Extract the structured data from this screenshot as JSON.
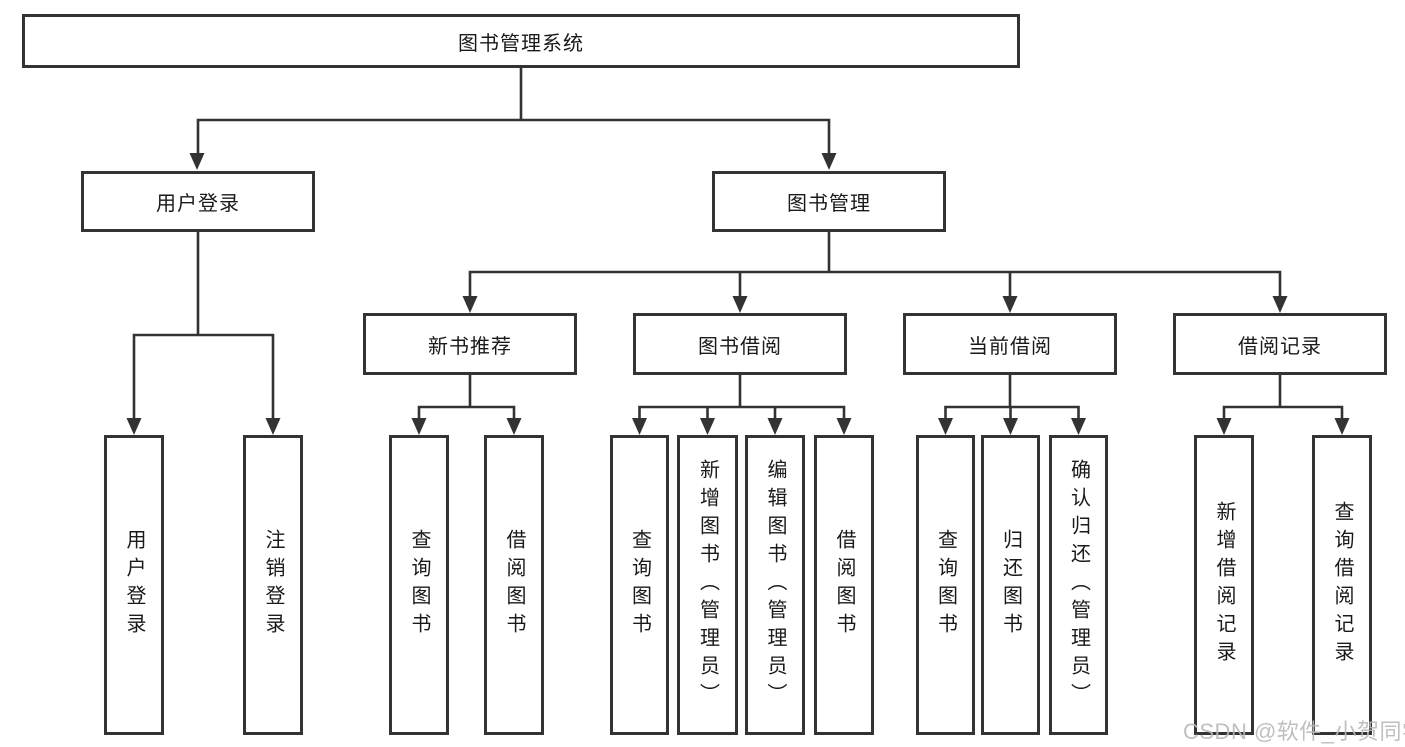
{
  "tree": {
    "root": {
      "label": "图书管理系统"
    },
    "branches": [
      {
        "label": "用户登录",
        "children": [
          {
            "label": "用户登录"
          },
          {
            "label": "注销登录"
          }
        ]
      },
      {
        "label": "图书管理",
        "children": [
          {
            "label": "新书推荐",
            "children": [
              {
                "label": "查询图书"
              },
              {
                "label": "借阅图书"
              }
            ]
          },
          {
            "label": "图书借阅",
            "children": [
              {
                "label": "查询图书"
              },
              {
                "label": "新增图书（管理员）"
              },
              {
                "label": "编辑图书（管理员）"
              },
              {
                "label": "借阅图书"
              }
            ]
          },
          {
            "label": "当前借阅",
            "children": [
              {
                "label": "查询图书"
              },
              {
                "label": "归还图书"
              },
              {
                "label": "确认归还（管理员）"
              }
            ]
          },
          {
            "label": "借阅记录",
            "children": [
              {
                "label": "新增借阅记录"
              },
              {
                "label": "查询借阅记录"
              }
            ]
          }
        ]
      }
    ]
  },
  "watermark": {
    "text": "CSDN @软件_小贺同学"
  },
  "colors": {
    "line": "#333333",
    "text": "#1a1a1a",
    "watermark": "#b9b9b9",
    "background": "#ffffff"
  }
}
